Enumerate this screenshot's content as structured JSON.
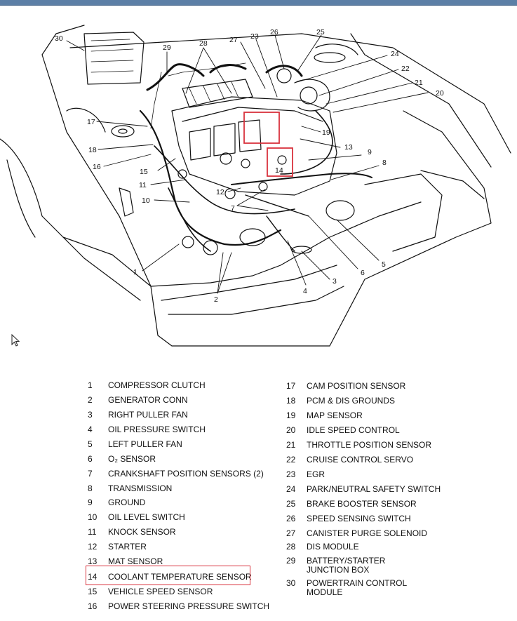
{
  "diagram": {
    "callouts": [
      "1",
      "2",
      "2",
      "3",
      "4",
      "5",
      "6",
      "7",
      "7",
      "8",
      "9",
      "10",
      "11",
      "12",
      "13",
      "14",
      "15",
      "16",
      "17",
      "18",
      "19",
      "20",
      "21",
      "22",
      "23",
      "24",
      "25",
      "26",
      "27",
      "28",
      "28",
      "29",
      "30"
    ]
  },
  "legend": {
    "left": [
      {
        "num": "1",
        "label": "COMPRESSOR CLUTCH"
      },
      {
        "num": "2",
        "label": "GENERATOR CONN"
      },
      {
        "num": "3",
        "label": "RIGHT PULLER FAN"
      },
      {
        "num": "4",
        "label": "OIL PRESSURE SWITCH"
      },
      {
        "num": "5",
        "label": "LEFT PULLER FAN"
      },
      {
        "num": "6",
        "label": "O₂  SENSOR"
      },
      {
        "num": "7",
        "label": "CRANKSHAFT POSITION SENSORS (2)"
      },
      {
        "num": "8",
        "label": "TRANSMISSION"
      },
      {
        "num": "9",
        "label": "GROUND"
      },
      {
        "num": "10",
        "label": "OIL LEVEL SWITCH"
      },
      {
        "num": "11",
        "label": "KNOCK SENSOR"
      },
      {
        "num": "12",
        "label": "STARTER"
      },
      {
        "num": "13",
        "label": "MAT SENSOR"
      },
      {
        "num": "14",
        "label": "COOLANT TEMPERATURE SENSOR"
      },
      {
        "num": "15",
        "label": "VEHICLE SPEED SENSOR"
      },
      {
        "num": "16",
        "label": "POWER STEERING PRESSURE SWITCH"
      }
    ],
    "right": [
      {
        "num": "17",
        "label": "CAM POSITION SENSOR"
      },
      {
        "num": "18",
        "label": "PCM & DIS GROUNDS"
      },
      {
        "num": "19",
        "label": "MAP SENSOR"
      },
      {
        "num": "20",
        "label": "IDLE SPEED CONTROL"
      },
      {
        "num": "21",
        "label": "THROTTLE POSITION SENSOR"
      },
      {
        "num": "22",
        "label": "CRUISE CONTROL SERVO"
      },
      {
        "num": "23",
        "label": "EGR"
      },
      {
        "num": "24",
        "label": "PARK/NEUTRAL SAFETY SWITCH"
      },
      {
        "num": "25",
        "label": "BRAKE BOOSTER SENSOR"
      },
      {
        "num": "26",
        "label": "SPEED SENSING SWITCH"
      },
      {
        "num": "27",
        "label": "CANISTER PURGE SOLENOID"
      },
      {
        "num": "28",
        "label": "DIS MODULE"
      },
      {
        "num": "29",
        "label": "BATTERY/STARTER JUNCTION BOX"
      },
      {
        "num": "30",
        "label": "POWERTRAIN CONTROL MODULE"
      }
    ]
  },
  "colors": {
    "highlight": "#d8323c",
    "line": "#111111",
    "header": "#5c7fa6"
  },
  "icons": {
    "cursor": "mouse-pointer-icon"
  }
}
